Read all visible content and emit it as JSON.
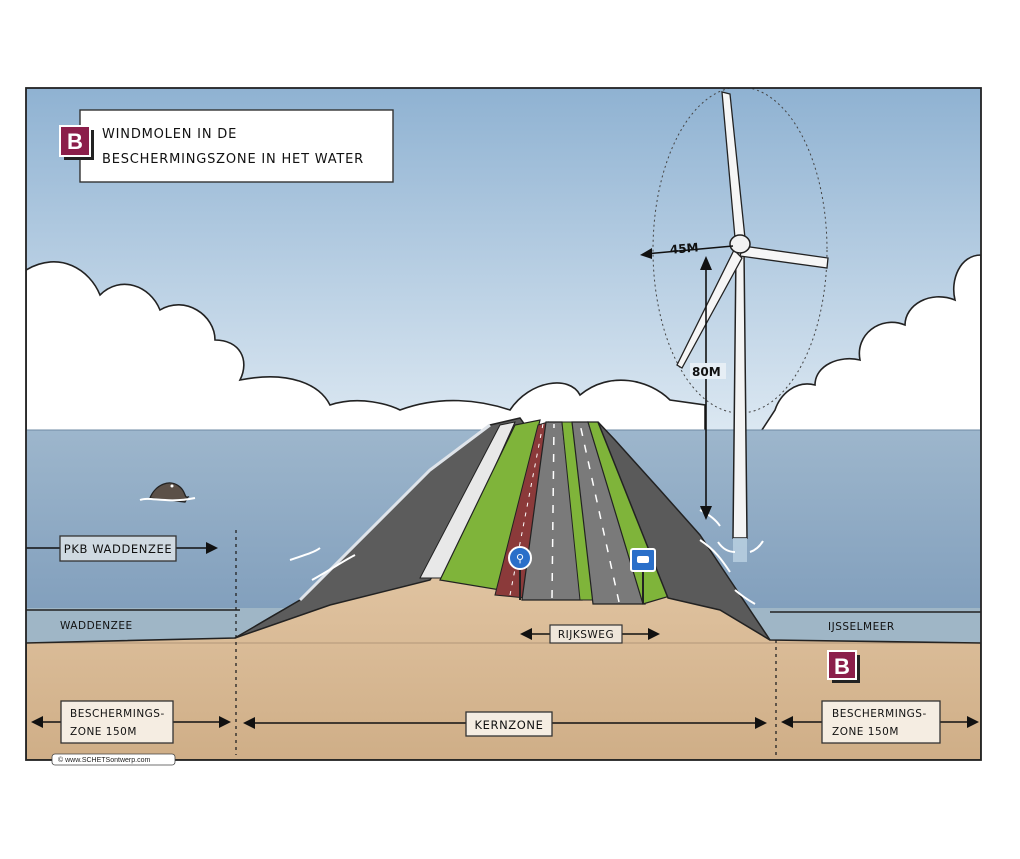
{
  "title_box": {
    "badge": "B",
    "line1": "WINDMOLEN IN DE",
    "line2": "BESCHERMINGSZONE IN HET WATER"
  },
  "labels": {
    "pkb_waddenzee": "PKB WADDENZEE",
    "waddenzee": "WADDENZEE",
    "ijsselmeer": "IJSSELMEER",
    "rijksweg": "RIJKSWEG",
    "kernzone": "KERNZONE",
    "bescherming_left_1": "BESCHERMINGS-",
    "bescherming_left_2": "ZONE 150M",
    "bescherming_right_1": "BESCHERMINGS-",
    "bescherming_right_2": "ZONE 150M",
    "badge_right": "B"
  },
  "turbine": {
    "rotor_radius_label": "45M",
    "hub_height_label": "80M"
  },
  "credit": "© www.SCHETSontwerp.com",
  "colors": {
    "sky": "#a8c2d8",
    "sea_left": "#8aa9c3",
    "sea_right": "#7f9bb5",
    "sand": "#d8b895",
    "grass": "#7fb43a",
    "asphalt": "#777777",
    "badge": "#8b1e4a"
  }
}
